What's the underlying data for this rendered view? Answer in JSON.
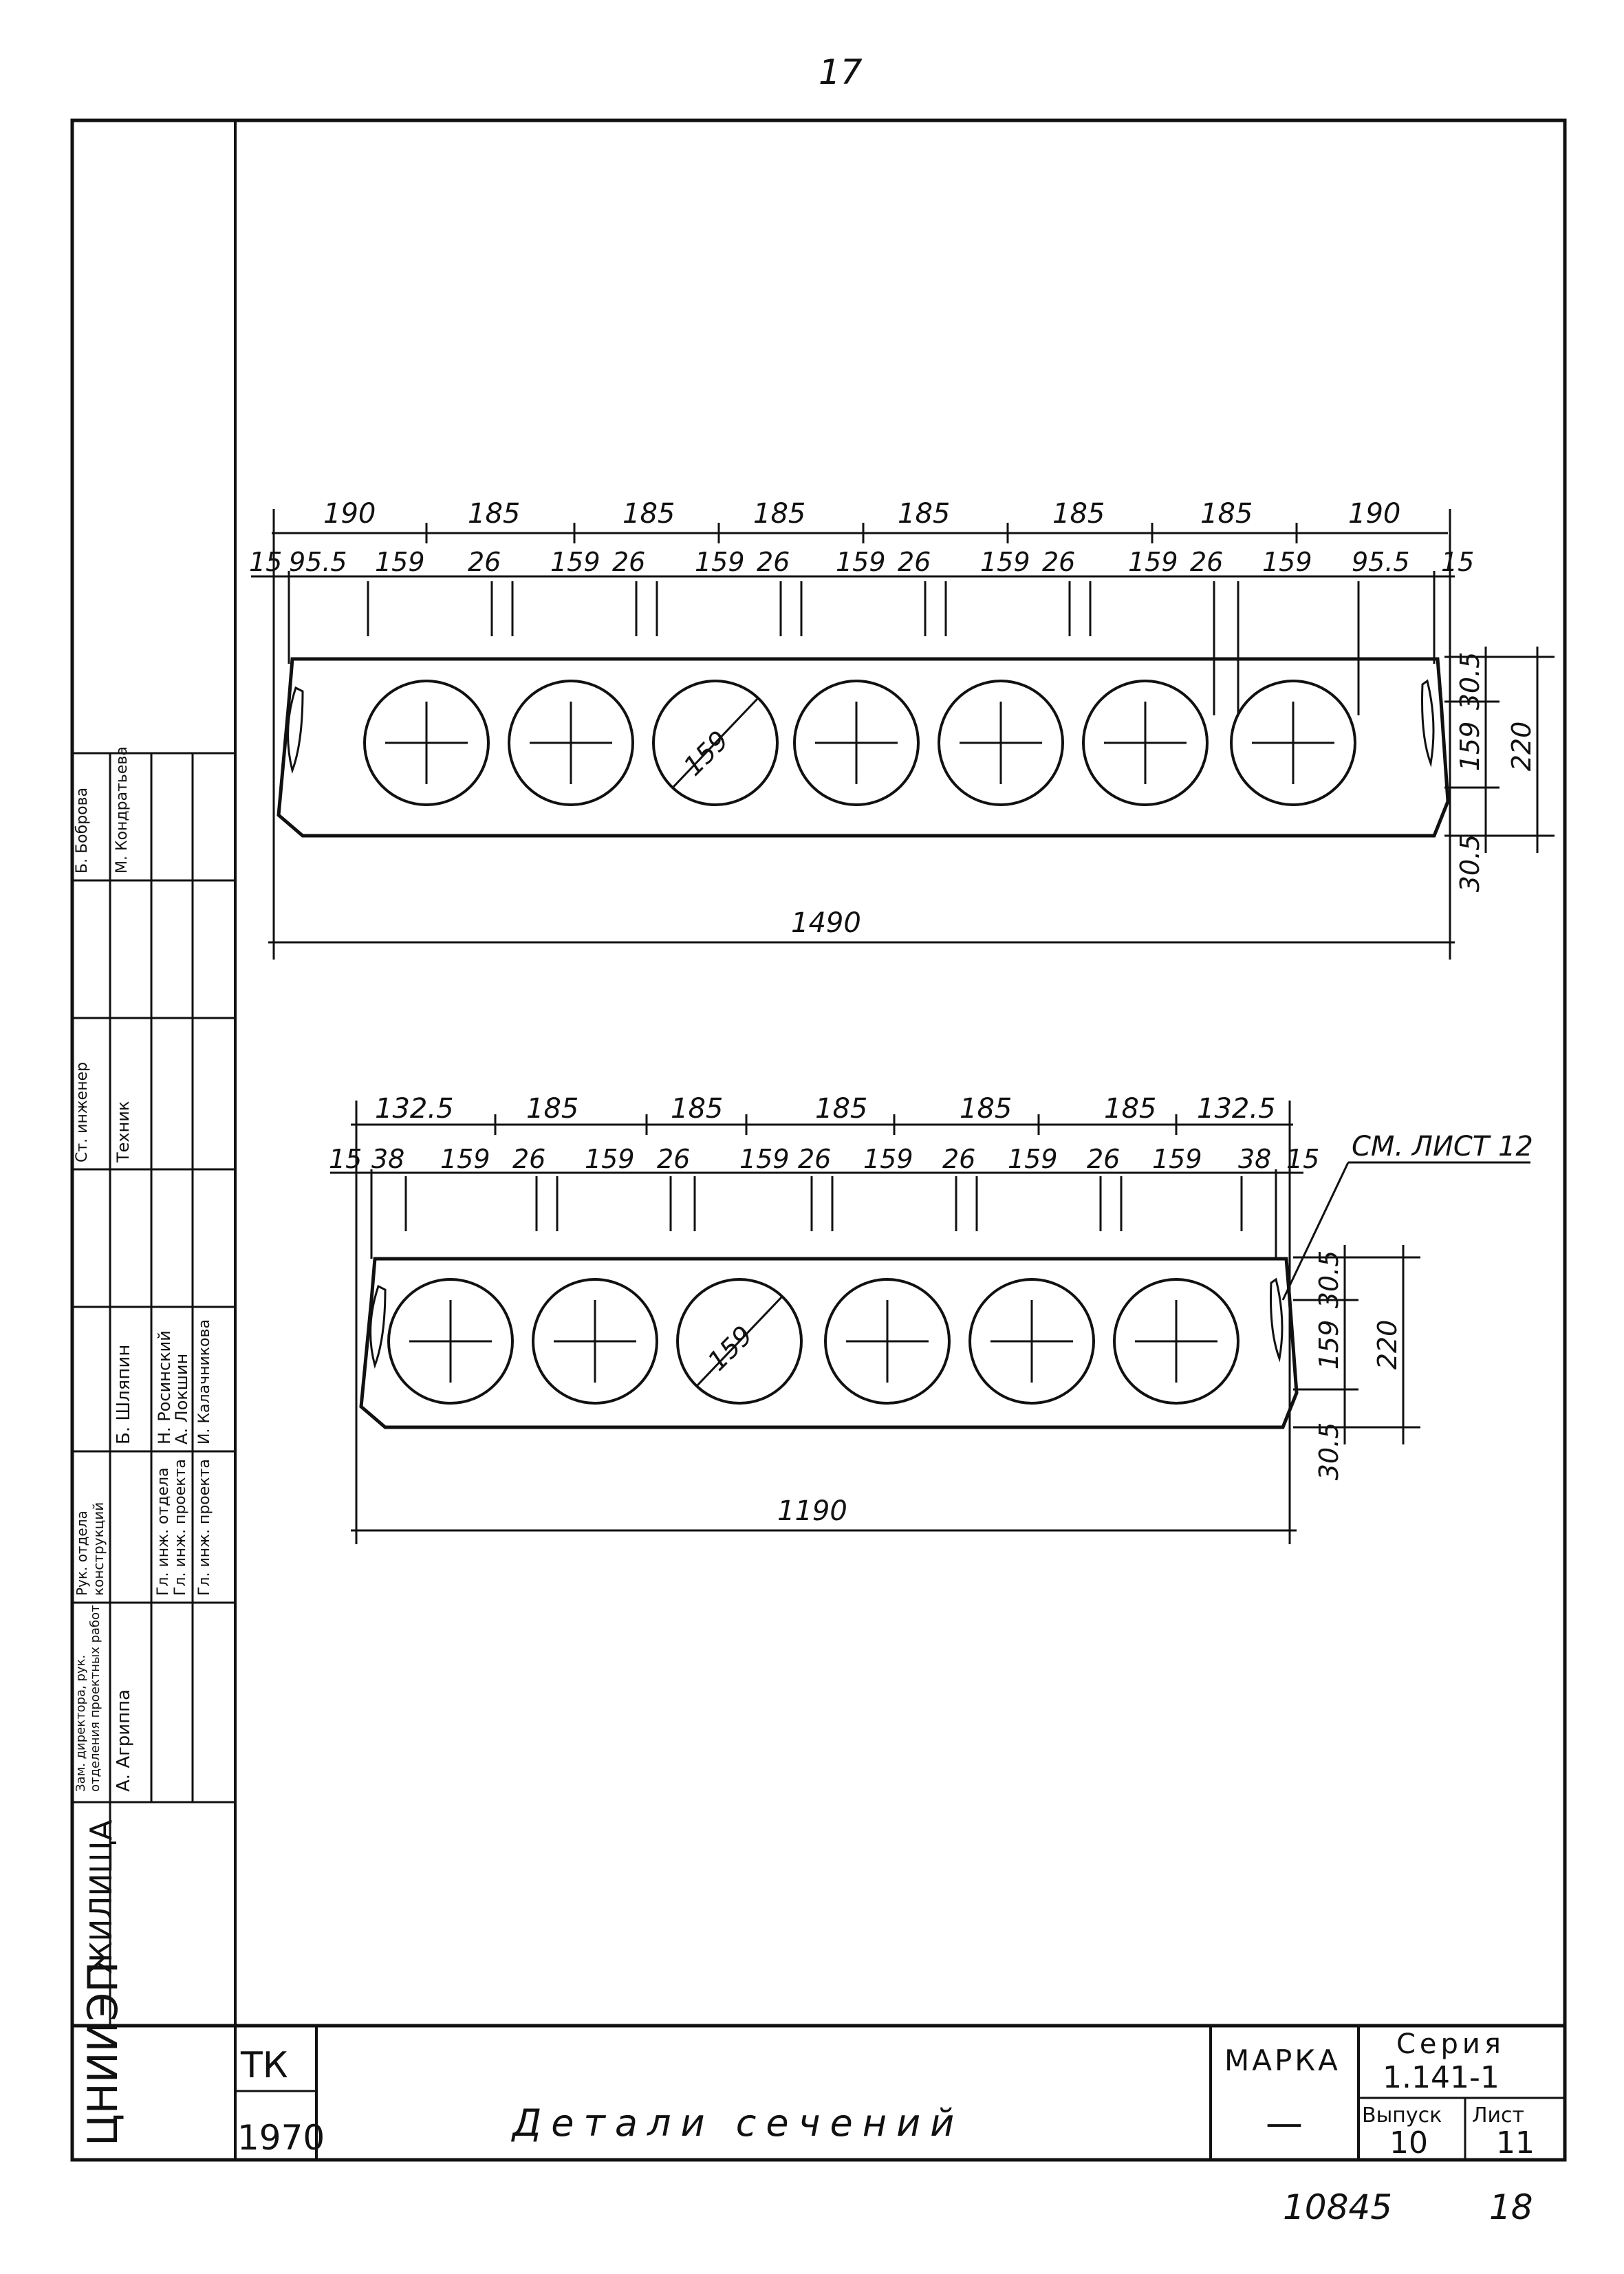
{
  "sheet": {
    "page_number": "17",
    "stamp_number": "10845",
    "stamp_sheet": "18"
  },
  "title_block": {
    "org_letters": "ЦНИИЭП",
    "org_name": "ЖИЛИЩА",
    "code": "ТК",
    "year": "1970",
    "title": "Детали сечений",
    "mark_label": "МАРКА",
    "mark_value": "—",
    "series_label": "Серия",
    "series_value": "1.141-1",
    "issue_label": "Выпуск",
    "issue_value": "10",
    "sheet_label": "Лист",
    "sheet_value": "11"
  },
  "signatures": [
    {
      "role": "Зам. директора, рук. отделения проектных работ",
      "name": "А. Агриппа"
    },
    {
      "role": "Рук. отдела конструкций",
      "name": "Б. Шляпин"
    },
    {
      "role": "Гл. инж. отдела",
      "name": "Н. Росинский"
    },
    {
      "role": "Гл. инж. проекта",
      "name": "А. Локшин"
    },
    {
      "role": "Гл. инж. проекта",
      "name": "И. Калачникова"
    },
    {
      "role": "Ст. инженер",
      "name": "Б. Боброва"
    },
    {
      "role": "Техник",
      "name": "М. Кондратьева"
    }
  ],
  "section_1": {
    "top_dims": [
      "190",
      "185",
      "185",
      "185",
      "185",
      "185",
      "185",
      "190"
    ],
    "sub_dims": [
      "15",
      "95.5",
      "159",
      "26",
      "159",
      "26",
      "159",
      "26",
      "159",
      "26",
      "159",
      "26",
      "159",
      "26",
      "159",
      "95.5",
      "15"
    ],
    "side_dims": [
      "30.5",
      "159",
      "30.5",
      "220"
    ],
    "hole_diameter": "159",
    "width": "1490",
    "hole_count": 7
  },
  "section_2": {
    "top_dims": [
      "132.5",
      "185",
      "185",
      "185",
      "185",
      "185",
      "132.5"
    ],
    "sub_dims": [
      "15",
      "38",
      "159",
      "26",
      "159",
      "26",
      "159",
      "26",
      "159",
      "26",
      "159",
      "26",
      "159",
      "38",
      "15"
    ],
    "side_dims": [
      "30.5",
      "159",
      "30.5",
      "220"
    ],
    "hole_diameter": "159",
    "width": "1190",
    "hole_count": 6,
    "reference": "СМ. ЛИСТ 12"
  }
}
